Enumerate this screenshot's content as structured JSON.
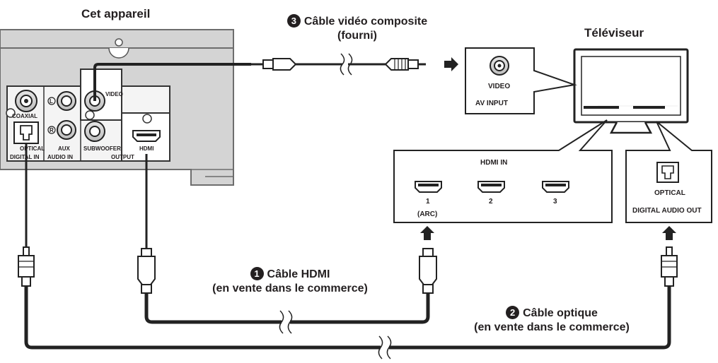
{
  "device": {
    "title": "Cet appareil",
    "ports": {
      "coaxial": "COAXIAL",
      "optical": "OPTICAL",
      "digital_in": "DIGITAL IN",
      "aux": "AUX",
      "audio_in": "AUDIO IN",
      "video": "VIDEO",
      "subwoofer": "SUBWOOFER",
      "hdmi": "HDMI",
      "output": "OUTPUT",
      "aux_l": "L",
      "aux_r": "R"
    }
  },
  "tv": {
    "title": "Téléviseur",
    "av_input": {
      "video": "VIDEO",
      "label": "AV INPUT"
    },
    "hdmi_in": {
      "title": "HDMI IN",
      "ports": [
        "1",
        "2",
        "3"
      ],
      "arc": "(ARC)"
    },
    "digital_audio_out": {
      "optical": "OPTICAL",
      "label": "DIGITAL AUDIO OUT"
    }
  },
  "cables": {
    "hdmi": {
      "number": "1",
      "line1": "Câble HDMI",
      "line2": "(en vente dans le commerce)"
    },
    "optical": {
      "number": "2",
      "line1": "Câble optique",
      "line2": "(en vente dans le commerce)"
    },
    "composite": {
      "number": "3",
      "line1": "Câble vidéo composite",
      "line2": "(fourni)"
    }
  }
}
